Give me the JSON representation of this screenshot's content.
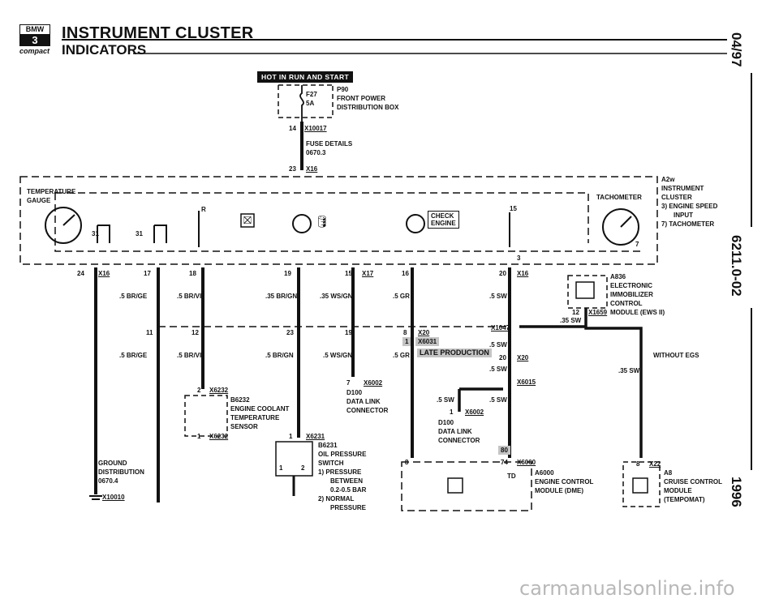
{
  "header": {
    "logo_text": "BMW",
    "logo_series": "3",
    "logo_variant": "compact",
    "title": "INSTRUMENT CLUSTER",
    "subtitle": "INDICATORS",
    "side_date": "04/97",
    "side_code": "6211.0-02",
    "side_year": "1996"
  },
  "power": {
    "hot_label": "HOT IN RUN AND START",
    "fuse_id": "F27",
    "fuse_rating": "5A",
    "box_id": "P90",
    "box_name_1": "FRONT POWER",
    "box_name_2": "DISTRIBUTION BOX",
    "pin_14": "14",
    "conn_x10017": "X10017",
    "fuse_details_1": "FUSE DETAILS",
    "fuse_details_2": "0670.3",
    "pin_23": "23",
    "conn_x16_top": "X16"
  },
  "cluster": {
    "id": "A2w",
    "name_1": "INSTRUMENT",
    "name_2": "CLUSTER",
    "note_3a": "3)  ENGINE SPEED",
    "note_3b": "INPUT",
    "note_7": "7)  TACHOMETER",
    "temp_gauge_1": "TEMPERATURE",
    "temp_gauge_2": "GAUGE",
    "tachometer": "TACHOMETER",
    "check_1": "CHECK",
    "check_2": "ENGINE",
    "r_label": "R",
    "pin_31a": "31",
    "pin_31b": "31",
    "pin_15": "15",
    "pin_7": "7",
    "pin_3": "3"
  },
  "pins_row1": {
    "p24": "24",
    "x16_left": "X16",
    "p17": "17",
    "p18": "18",
    "p19": "19",
    "p15": "15",
    "x17": "X17",
    "p16": "16",
    "p20": "20",
    "x16_right": "X16"
  },
  "wires": {
    "w1": ".5 BR/GE",
    "w2": ".5 BR/VI",
    "w3": ".35 BR/GN",
    "w4": ".35 WS/GN",
    "w5": ".5 GR",
    "w6": ".5 SW",
    "w7": ".5 BR/GE",
    "w8": ".5 BR/VI",
    "w9": ".5 BR/GN",
    "w10": ".5 WS/GN",
    "w11": ".5 GR",
    "w12": ".5 SW",
    "w13": ".5 SW",
    "w14": ".35 SW",
    "w15": ".35 SW",
    "w16": ".5 SW",
    "w17": ".5 SW"
  },
  "pins_row2": {
    "p11": "11",
    "p12": "12",
    "p23": "23",
    "p19": "19",
    "p8": "8",
    "x20": "X20",
    "p1": "1",
    "x6031": "X6031",
    "x1047": "X1047",
    "late_prod": "LATE PRODUCTION",
    "p20": "20",
    "x20b": "X20"
  },
  "immobilizer": {
    "id": "A836",
    "n1": "ELECTRONIC",
    "n2": "IMMOBILIZER",
    "n3": "CONTROL",
    "n4": "MODULE (EWS II)",
    "pin": "12",
    "conn": "X1659"
  },
  "without_egs": "WITHOUT EGS",
  "ground": {
    "n1": "GROUND",
    "n2": "DISTRIBUTION",
    "n3": "0670.4",
    "conn": "X10010"
  },
  "coolant": {
    "pin_top": "2",
    "conn_top": "X6232",
    "id": "B6232",
    "n1": "ENGINE COOLANT",
    "n2": "TEMPERATURE",
    "n3": "SENSOR",
    "pin_bot": "1",
    "conn_bot": "X6232"
  },
  "oil": {
    "pin": "1",
    "conn": "X6231",
    "id": "B6231",
    "n1": "OIL PRESSURE",
    "n2": "SWITCH",
    "n3": "1)  PRESSURE",
    "n4": "BETWEEN",
    "n5": "0.2-0.5 BAR",
    "n6": "2)  NORMAL",
    "n7": "PRESSURE",
    "p1": "1",
    "p2": "2"
  },
  "data_link_1": {
    "pin": "7",
    "conn": "X6002",
    "id": "D100",
    "n1": "DATA LINK",
    "n2": "CONNECTOR"
  },
  "data_link_2": {
    "pin": "1",
    "conn": "X6002",
    "id": "D100",
    "n1": "DATA LINK",
    "n2": "CONNECTOR"
  },
  "x6015": "X6015",
  "engine_module": {
    "pin_8": "8",
    "pin_80": "80",
    "pin_74": "74",
    "conn": "X6000",
    "td": "TD",
    "id": "A6000",
    "n1": "ENGINE CONTROL",
    "n2": "MODULE (DME)"
  },
  "cruise": {
    "pin": "8",
    "conn": "X22",
    "id": "A8",
    "n1": "CRUISE CONTROL",
    "n2": "MODULE",
    "n3": "(TEMPOMAT)"
  },
  "watermark": "carmanualsonline.info"
}
